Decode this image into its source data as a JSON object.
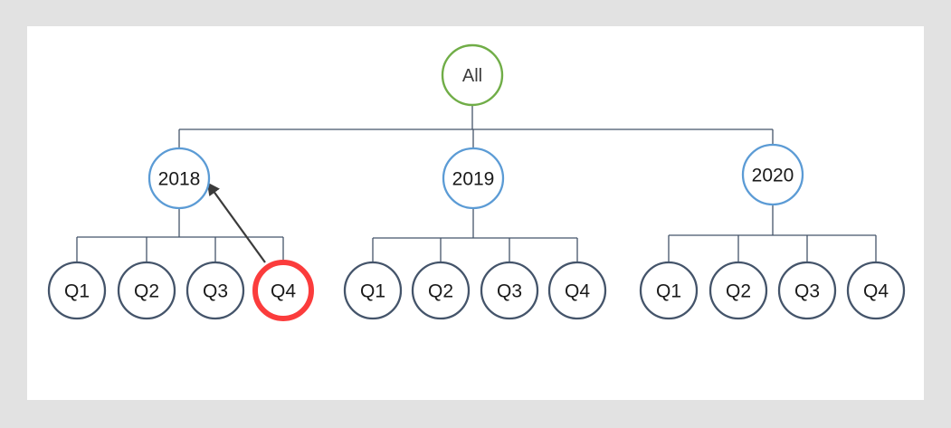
{
  "colors": {
    "page_bg": "#e2e2e2",
    "canvas_bg": "#ffffff",
    "root_stroke": "#70AD47",
    "year_stroke": "#5B9BD5",
    "quarter_stroke": "#44546A",
    "connector": "#44546A",
    "highlight_stroke": "#FB3C3C",
    "arrow": "#3B3B3B",
    "root_text": "#3C3C3C",
    "node_text": "#1A1A1A"
  },
  "diagram": {
    "type": "tree",
    "root": {
      "id": "all",
      "label": "All"
    },
    "years": [
      {
        "id": "2018",
        "label": "2018",
        "quarters": [
          {
            "id": "2018-q1",
            "label": "Q1",
            "highlighted": false
          },
          {
            "id": "2018-q2",
            "label": "Q2",
            "highlighted": false
          },
          {
            "id": "2018-q3",
            "label": "Q3",
            "highlighted": false
          },
          {
            "id": "2018-q4",
            "label": "Q4",
            "highlighted": true
          }
        ]
      },
      {
        "id": "2019",
        "label": "2019",
        "quarters": [
          {
            "id": "2019-q1",
            "label": "Q1",
            "highlighted": false
          },
          {
            "id": "2019-q2",
            "label": "Q2",
            "highlighted": false
          },
          {
            "id": "2019-q3",
            "label": "Q3",
            "highlighted": false
          },
          {
            "id": "2019-q4",
            "label": "Q4",
            "highlighted": false
          }
        ]
      },
      {
        "id": "2020",
        "label": "2020",
        "quarters": [
          {
            "id": "2020-q1",
            "label": "Q1",
            "highlighted": false
          },
          {
            "id": "2020-q2",
            "label": "Q2",
            "highlighted": false
          },
          {
            "id": "2020-q3",
            "label": "Q3",
            "highlighted": false
          },
          {
            "id": "2020-q4",
            "label": "Q4",
            "highlighted": false
          }
        ]
      }
    ],
    "annotation_arrow": {
      "from": "2018-q4",
      "to": "2018"
    }
  }
}
